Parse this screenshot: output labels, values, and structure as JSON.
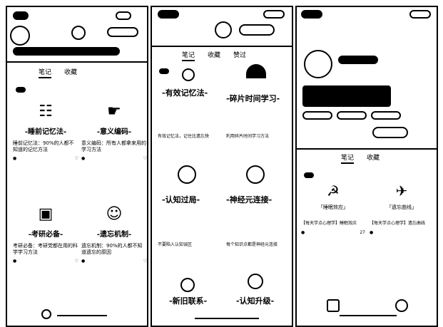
{
  "panel1": {
    "tabs": [
      "笔记",
      "收藏"
    ],
    "cards": [
      {
        "title": "-睡前记忆法-",
        "sub": "",
        "desc": "睡前记忆法：90%的人都不知道的记忆方法",
        "likes": "",
        "right": ""
      },
      {
        "title": "-意义编码-",
        "sub": "",
        "desc": "意义编码：所有人都拿来用的学习方法",
        "likes": "",
        "right": ""
      },
      {
        "title": "-考研必备-",
        "sub": "",
        "desc": "考研必备：考研党都在用的科学学习方法",
        "likes": "",
        "right": ""
      },
      {
        "title": "-遗忘机制-",
        "sub": "",
        "desc": "遗忘机制：90%的人都不知道遗忘的原因",
        "likes": "",
        "right": ""
      }
    ]
  },
  "panel2": {
    "tabs": [
      "笔记",
      "收藏",
      "赞过"
    ],
    "cards": [
      {
        "title": "-有效记忆法-",
        "desc": "有效记忆法，记住比遗忘快",
        "small": ""
      },
      {
        "title": "-碎片时间学习-",
        "desc": "利用碎片时间学习方法",
        "small": ""
      },
      {
        "title": "-认知过局-",
        "desc": "不要陷入认知误区",
        "small": ""
      },
      {
        "title": "-神经元连接-",
        "desc": "每个知识点都是神经元连接",
        "small": ""
      },
      {
        "title": "-新旧联系-",
        "desc": "",
        "small": ""
      },
      {
        "title": "-认知升级-",
        "desc": "",
        "small": ""
      }
    ]
  },
  "panel3": {
    "tabs": [
      "笔记",
      "收藏"
    ],
    "posts": [
      {
        "quote": "「睡眠效应」",
        "desc": "【每天学点心理学】睡眠效应",
        "count": "27"
      },
      {
        "quote": "「遗忘曲线」",
        "desc": "【每天学点心理学】遗忘曲线",
        "count": ""
      }
    ]
  }
}
